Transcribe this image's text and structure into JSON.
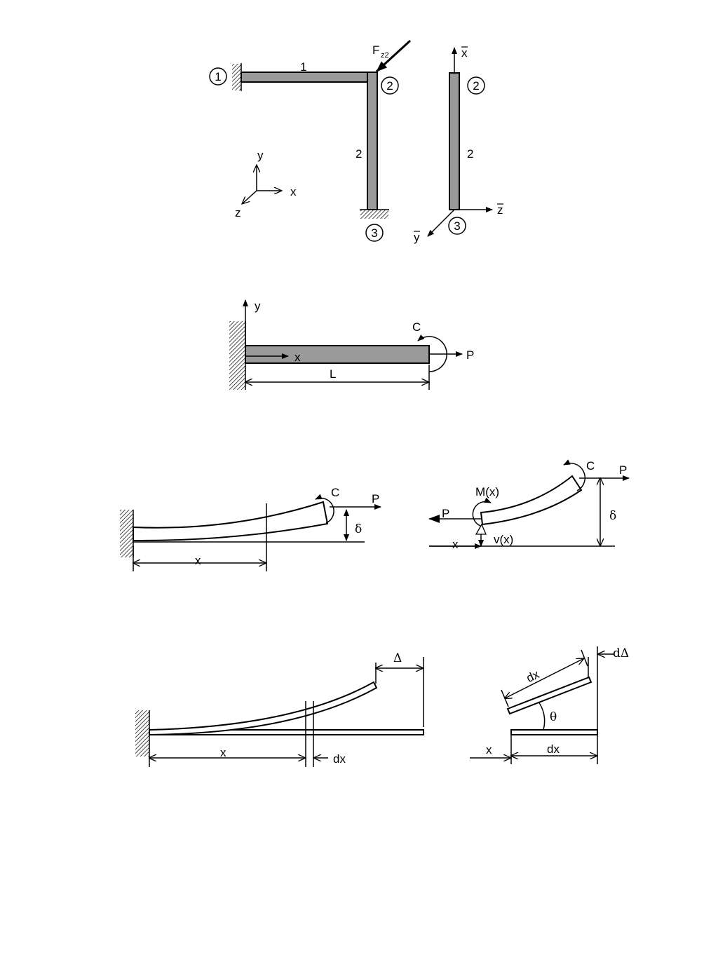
{
  "figure1": {
    "force_label": "F",
    "force_subscript": "z2",
    "member_1_label": "1",
    "member_2_label": "2",
    "member_2_isolated_label": "2",
    "node_1": "1",
    "node_2": "2",
    "node_3": "3",
    "isolated_node_2": "2",
    "isolated_node_3": "3",
    "global_axes": {
      "x": "x",
      "y": "y",
      "z": "z"
    },
    "local_axes": {
      "x": "x",
      "y": "y",
      "z": "z"
    }
  },
  "figure2": {
    "axis_y": "y",
    "axis_x": "x",
    "moment": "C",
    "force": "P",
    "length": "L"
  },
  "figure3": {
    "left": {
      "moment": "C",
      "force": "P",
      "deflection": "δ",
      "position": "x"
    },
    "right": {
      "moment": "C",
      "force": "P",
      "force_left": "P",
      "internal_moment": "M(x)",
      "shear": "v(x)",
      "deflection": "δ",
      "position": "x"
    }
  },
  "figure4": {
    "left": {
      "delta": "Δ",
      "position": "x",
      "increment": "dx"
    },
    "right": {
      "d_delta": "dΔ",
      "dx_top": "dx",
      "angle": "θ",
      "position": "x",
      "dx_bottom": "dx"
    }
  }
}
